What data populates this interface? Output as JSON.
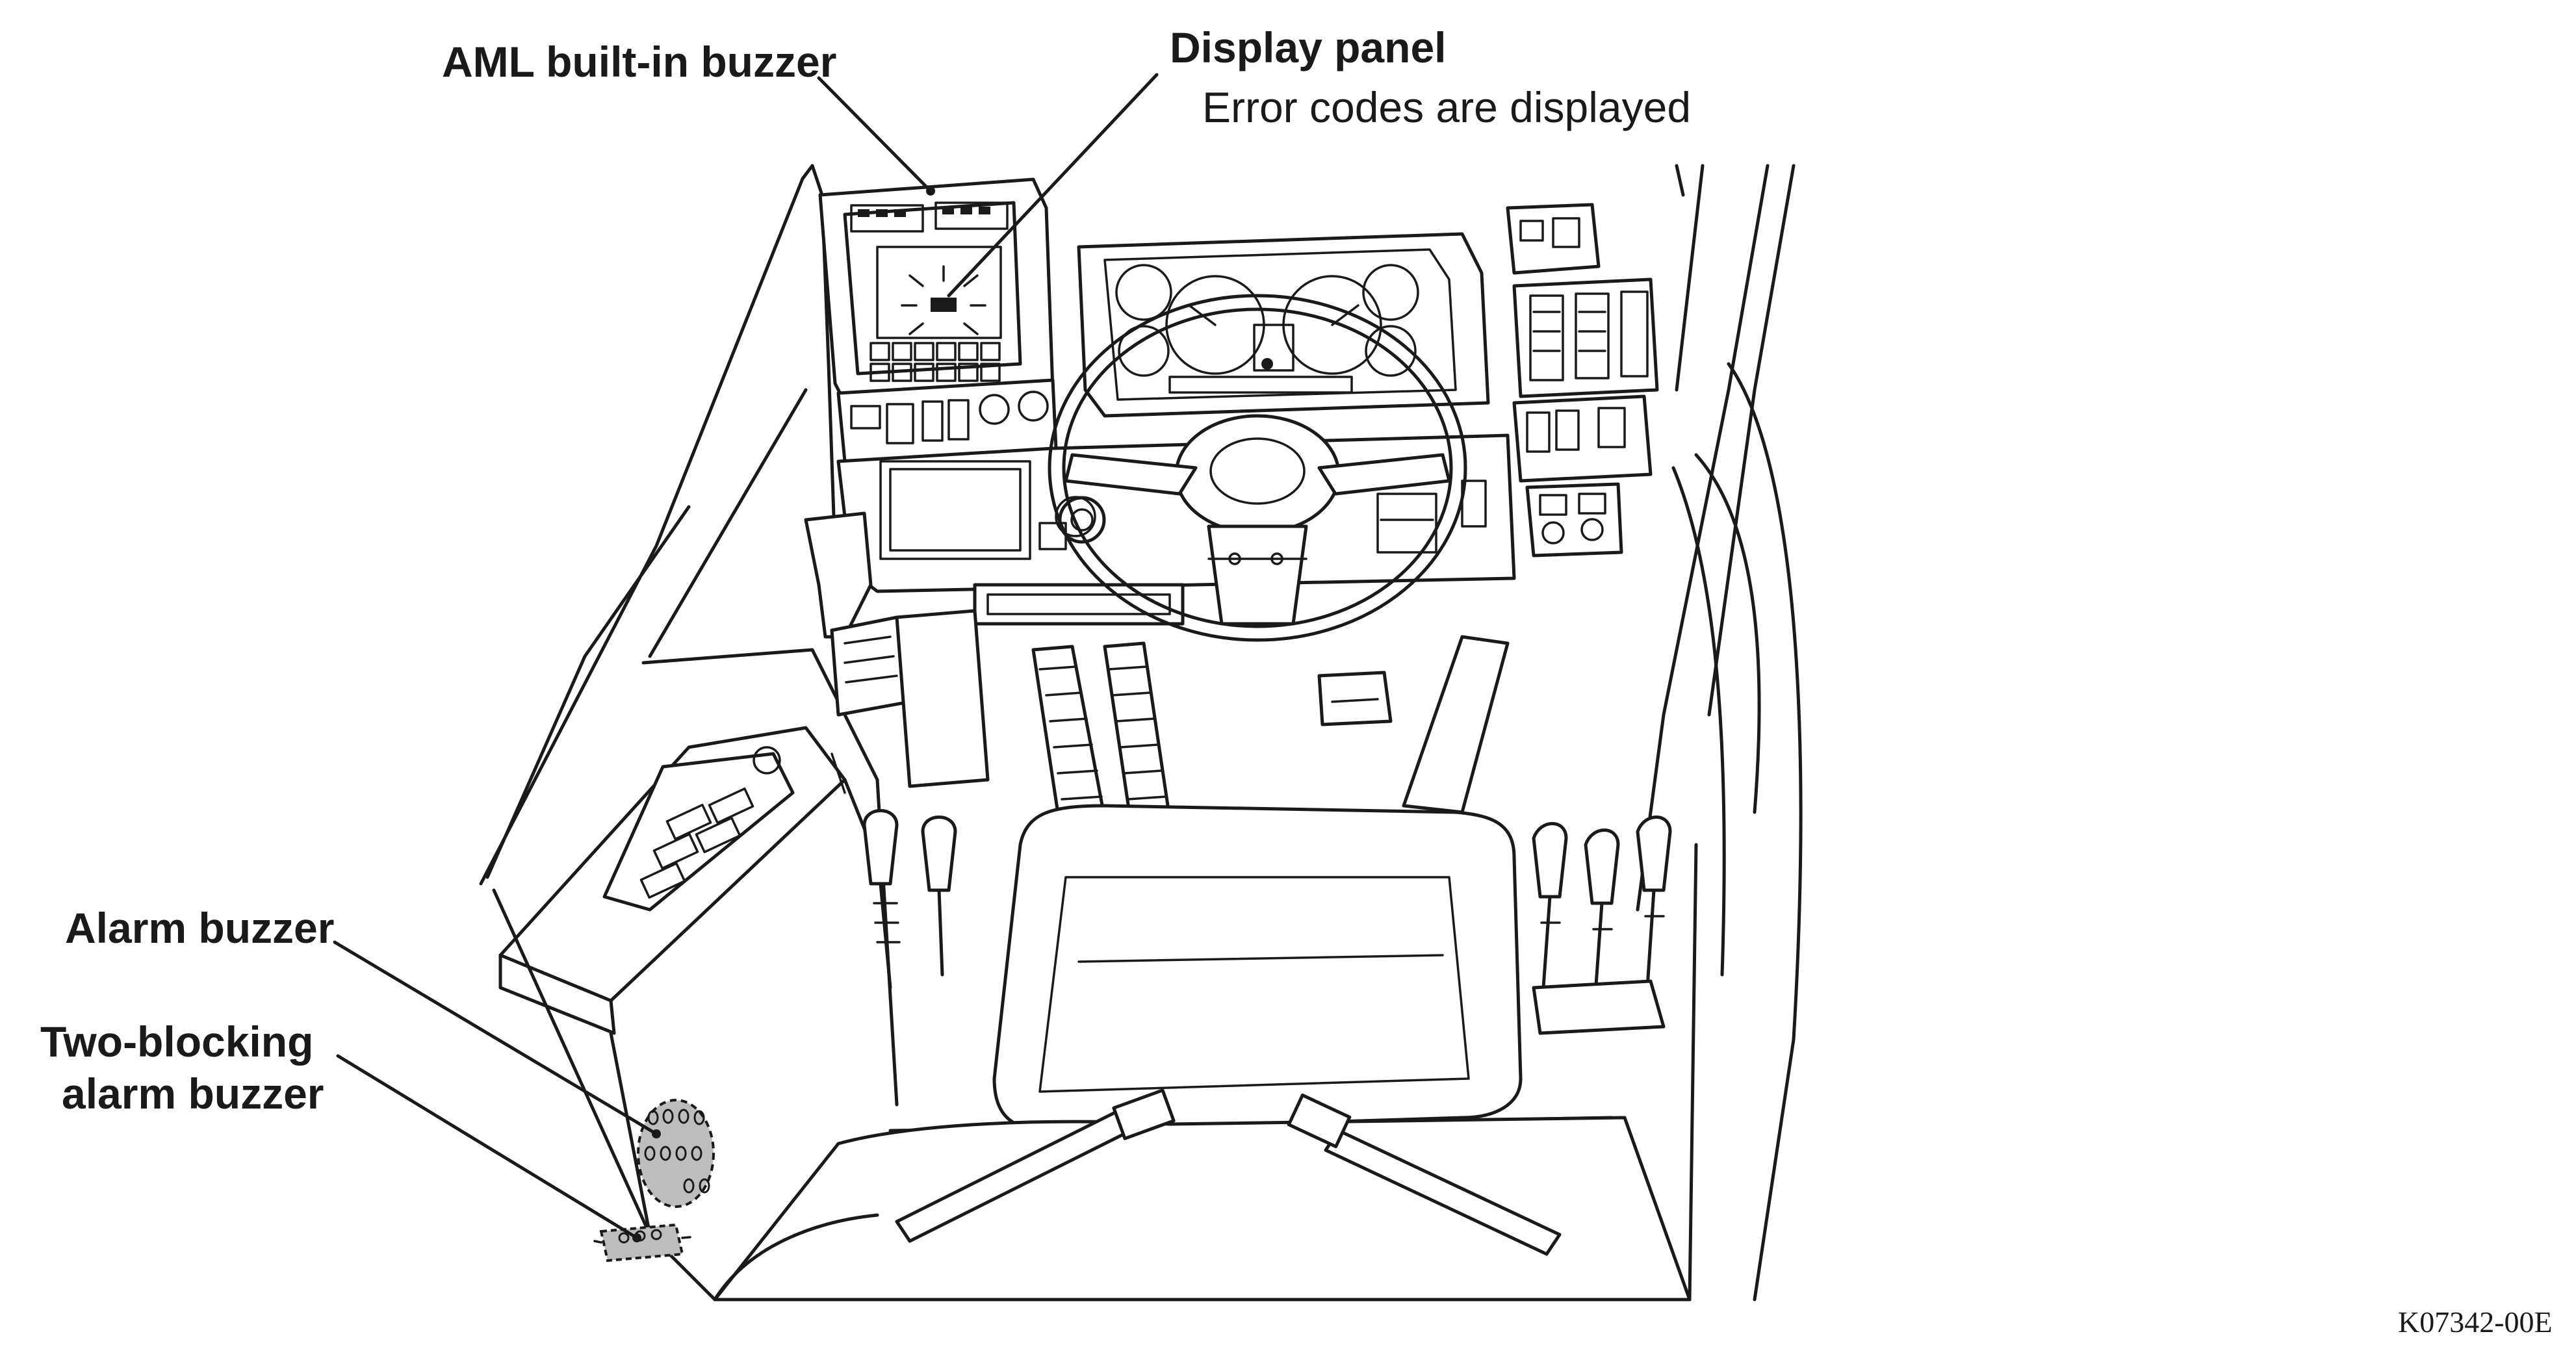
{
  "labels": {
    "aml_buzzer": "AML built-in buzzer",
    "display_panel": "Display panel",
    "display_panel_note": "Error codes are displayed",
    "alarm_buzzer": "Alarm buzzer",
    "two_blocking_line1": "Two-blocking",
    "two_blocking_line2": "alarm buzzer"
  },
  "figure_ref": "K07342-00E"
}
